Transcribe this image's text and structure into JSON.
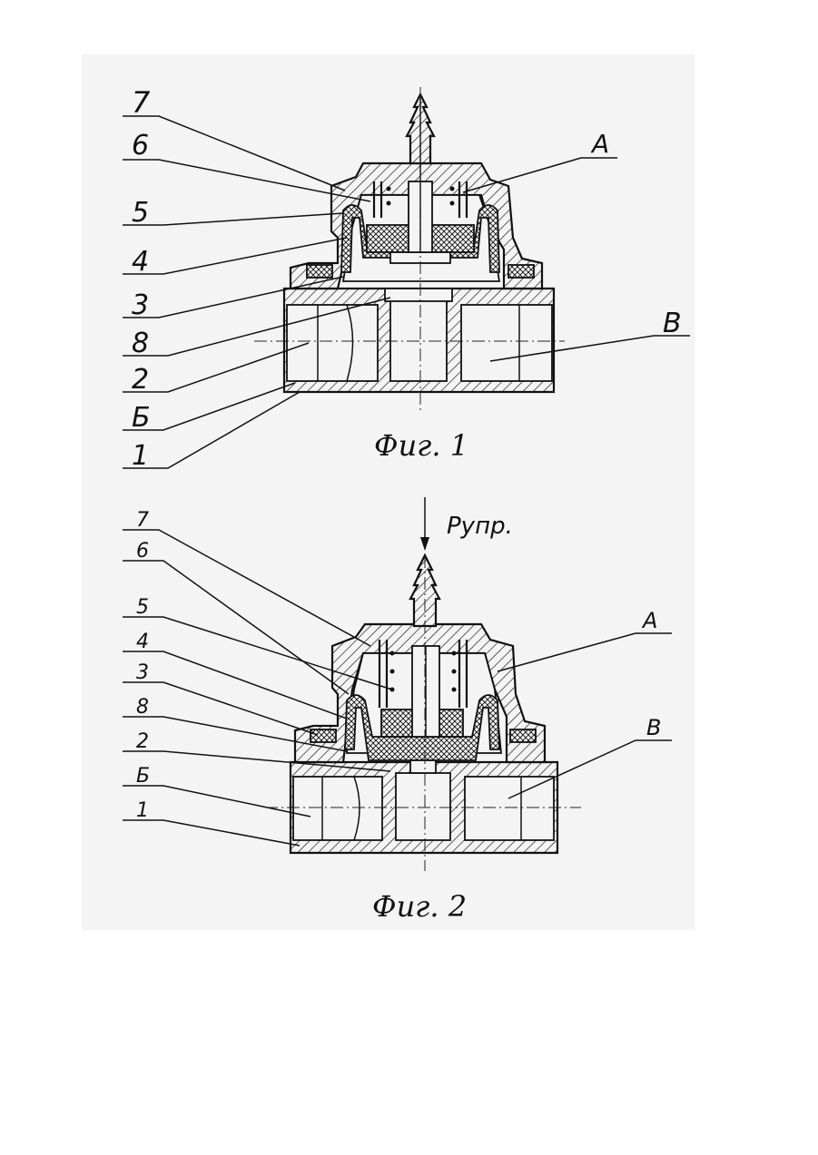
{
  "figure1": {
    "caption": "Фиг. 1",
    "labels_left": [
      "7",
      "6",
      "5",
      "4",
      "3",
      "8",
      "2",
      "Б",
      "1"
    ],
    "label_a": "А",
    "label_v": "В"
  },
  "figure2": {
    "caption": "Фиг. 2",
    "pressure": "Pупр.",
    "labels_left": [
      "7",
      "6",
      "5",
      "4",
      "3",
      "8",
      "2",
      "Б",
      "1"
    ],
    "label_a": "А",
    "label_v": "В"
  }
}
